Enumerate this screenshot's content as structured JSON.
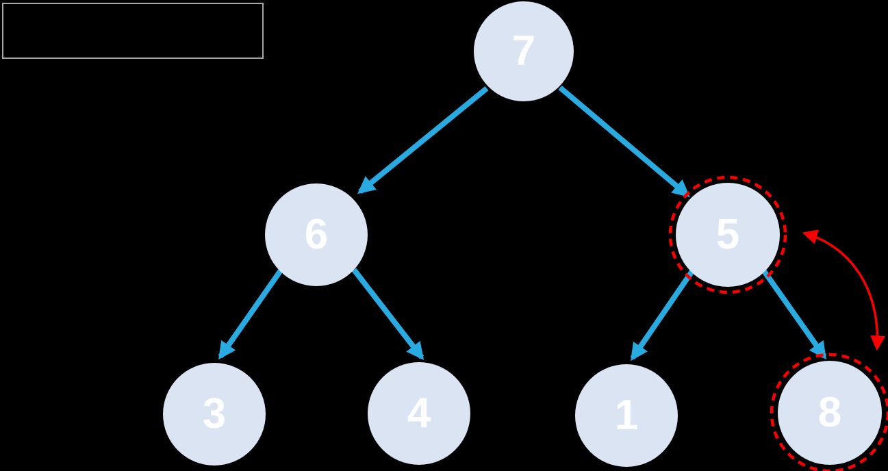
{
  "title_box": {
    "text": ""
  },
  "colors": {
    "background": "#000000",
    "node_fill": "#DAE4F3",
    "node_text": "#FFFFFF",
    "edge_blue": "#29ABE2",
    "highlight_red": "#FA0000",
    "box_border": "#A6A6A6"
  },
  "tree": {
    "nodes": [
      {
        "value": "7",
        "highlighted": false
      },
      {
        "value": "6",
        "highlighted": false
      },
      {
        "value": "5",
        "highlighted": true
      },
      {
        "value": "3",
        "highlighted": false
      },
      {
        "value": "4",
        "highlighted": false
      },
      {
        "value": "1",
        "highlighted": false
      },
      {
        "value": "8",
        "highlighted": true
      }
    ],
    "edges": [
      {
        "from": "7",
        "to": "6"
      },
      {
        "from": "7",
        "to": "5"
      },
      {
        "from": "6",
        "to": "3"
      },
      {
        "from": "6",
        "to": "4"
      },
      {
        "from": "5",
        "to": "1"
      },
      {
        "from": "5",
        "to": "8"
      }
    ],
    "swap_arrow": {
      "between": [
        "5",
        "8"
      ]
    }
  }
}
